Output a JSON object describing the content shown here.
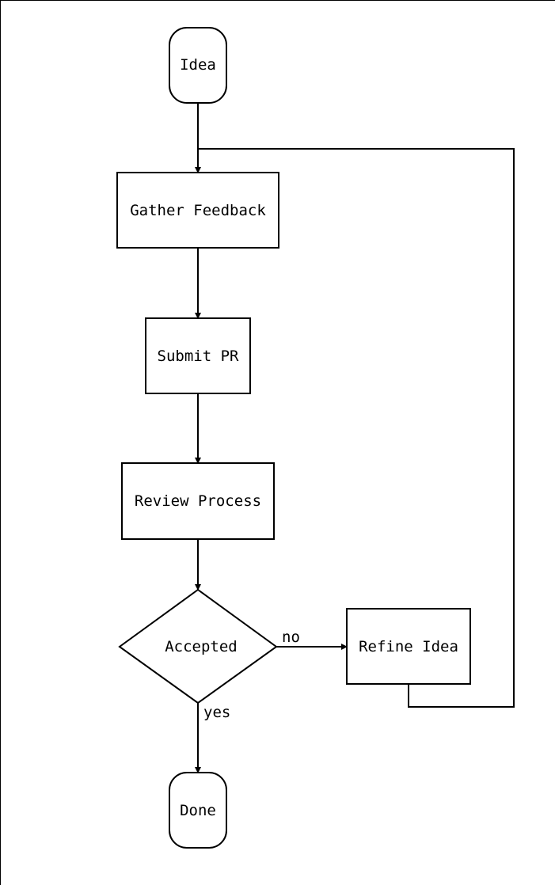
{
  "diagram": {
    "type": "flowchart",
    "nodes": {
      "idea": "Idea",
      "gather_feedback": "Gather Feedback",
      "submit_pr": "Submit PR",
      "review_process": "Review Process",
      "accepted": "Accepted",
      "refine_idea": "Refine Idea",
      "done": "Done"
    },
    "edge_labels": {
      "accepted_no": "no",
      "accepted_yes": "yes"
    },
    "edges": [
      {
        "from": "Idea",
        "to": "Gather Feedback"
      },
      {
        "from": "Gather Feedback",
        "to": "Submit PR"
      },
      {
        "from": "Submit PR",
        "to": "Review Process"
      },
      {
        "from": "Review Process",
        "to": "Accepted"
      },
      {
        "from": "Accepted",
        "to": "Refine Idea",
        "label": "no"
      },
      {
        "from": "Accepted",
        "to": "Done",
        "label": "yes"
      },
      {
        "from": "Refine Idea",
        "to": "Gather Feedback"
      }
    ],
    "colors": {
      "background": "#ffffff",
      "stroke": "#000000",
      "text": "#000000"
    }
  }
}
